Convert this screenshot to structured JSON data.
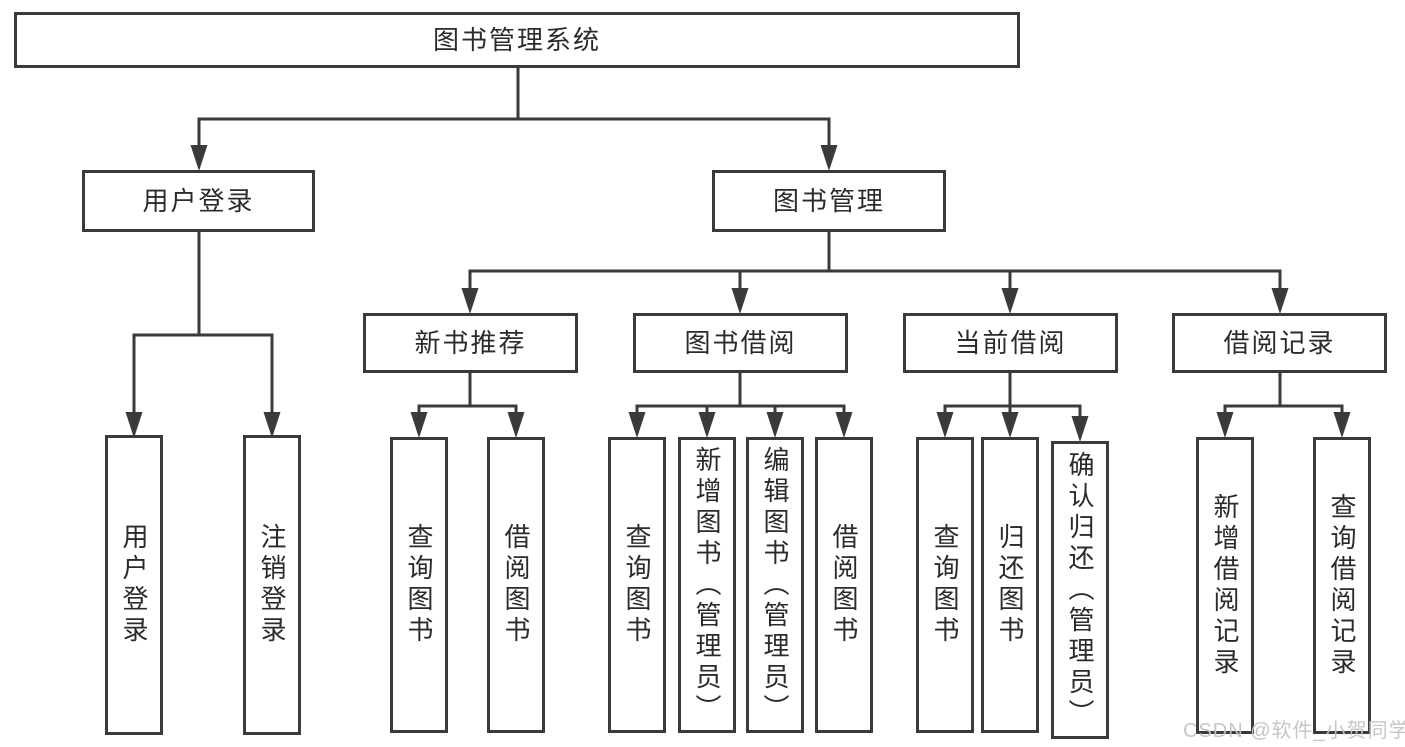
{
  "nodes": {
    "root": "图书管理系统",
    "l2": [
      "用户登录",
      "图书管理"
    ],
    "l3": [
      "新书推荐",
      "图书借阅",
      "当前借阅",
      "借阅记录"
    ],
    "leaves_user": [
      "用户登录",
      "注销登录"
    ],
    "leaves_newbook": [
      "查询图书",
      "借阅图书"
    ],
    "leaves_borrow": [
      "查询图书",
      "新增图书（管理员）",
      "编辑图书（管理员）",
      "借阅图书"
    ],
    "leaves_current": [
      "查询图书",
      "归还图书",
      "确认归还（管理员）"
    ],
    "leaves_records": [
      "新增借阅记录",
      "查询借阅记录"
    ]
  },
  "watermark": "CSDN @软件_小贺同学",
  "colors": {
    "line": "#3a3a3a",
    "text": "#2b2b2b",
    "box_background": "#ffffff",
    "watermark": "#c3c3c3",
    "page_background": "#ffffff"
  }
}
